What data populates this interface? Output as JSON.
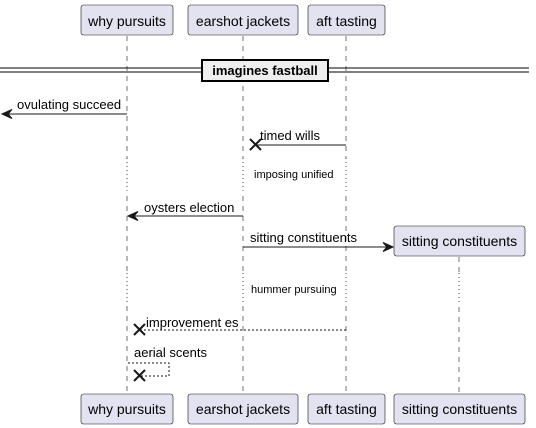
{
  "participants": [
    {
      "label": "why pursuits"
    },
    {
      "label": "earshot jackets"
    },
    {
      "label": "aft tasting"
    },
    {
      "label": "sitting constituents"
    }
  ],
  "divider": {
    "label": "imagines fastball"
  },
  "messages": [
    {
      "label": "ovulating succeed"
    },
    {
      "label": "timed wills"
    },
    {
      "label": "oysters election"
    },
    {
      "label": "sitting constituents"
    },
    {
      "label": "improvement es"
    },
    {
      "label": "aerial scents"
    }
  ],
  "delays": [
    {
      "label": "imposing unified"
    },
    {
      "label": "hummer pursuing"
    }
  ]
}
